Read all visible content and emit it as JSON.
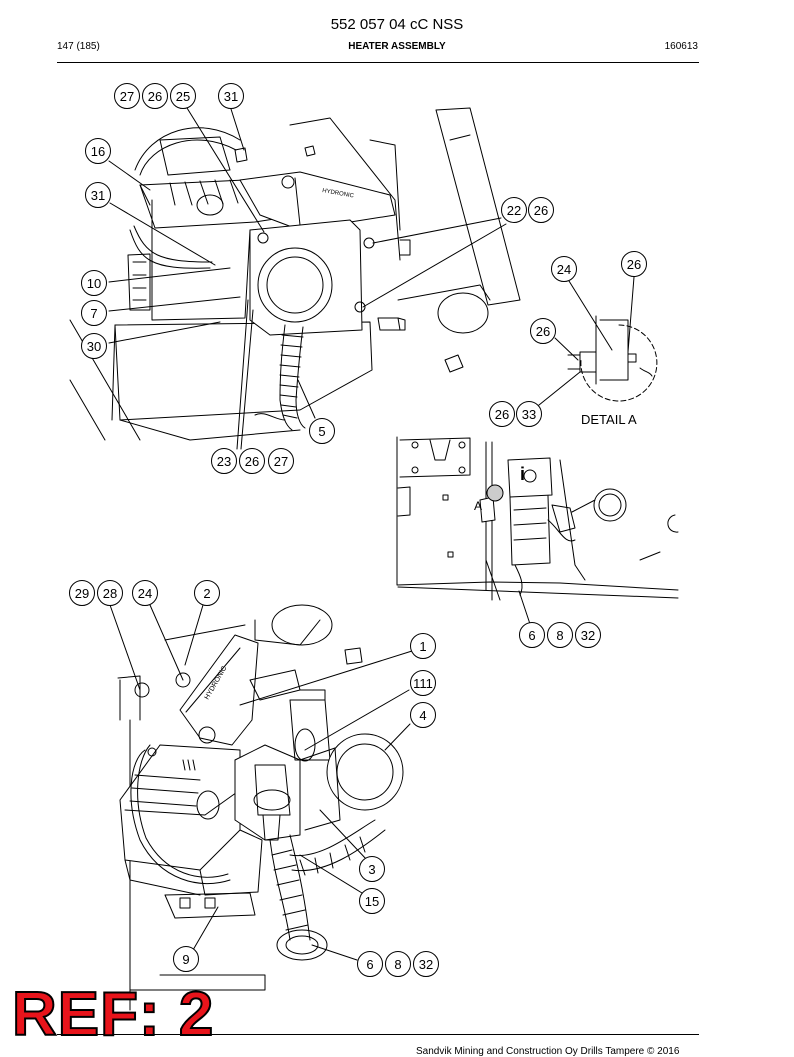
{
  "header": {
    "doc_number": "552 057 04 cC NSS",
    "page": "147 (185)",
    "section_title": "HEATER ASSEMBLY",
    "date_code": "160613"
  },
  "detail": {
    "label": "DETAIL A",
    "marker": "A"
  },
  "callouts": {
    "c27a": "27",
    "c26a": "26",
    "c25": "25",
    "c31a": "31",
    "c16": "16",
    "c31b": "31",
    "c22": "22",
    "c26b": "26",
    "c10": "10",
    "c7": "7",
    "c30": "30",
    "c24a": "24",
    "c26c": "26",
    "c26d": "26",
    "c26e": "26",
    "c33": "33",
    "c5": "5",
    "c23": "23",
    "c26f": "26",
    "c27b": "27",
    "c29": "29",
    "c28": "28",
    "c24b": "24",
    "c2": "2",
    "c6a": "6",
    "c8a": "8",
    "c32a": "32",
    "c1": "1",
    "c111": "111",
    "c4": "4",
    "c3": "3",
    "c15": "15",
    "c9": "9",
    "c6b": "6",
    "c8b": "8",
    "c32b": "32"
  },
  "stamp": "REF: 2",
  "footer": "Sandvik Mining and Construction Oy Drills Tampere © 2016"
}
